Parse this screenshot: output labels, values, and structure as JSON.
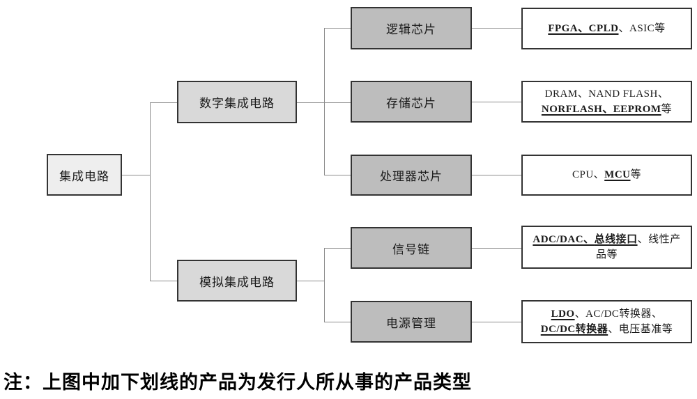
{
  "diagram": {
    "root": {
      "label": "集成电路"
    },
    "level2": [
      {
        "label": "数字集成电路"
      },
      {
        "label": "模拟集成电路"
      }
    ],
    "level3": [
      {
        "label": "逻辑芯片"
      },
      {
        "label": "存储芯片"
      },
      {
        "label": "处理器芯片"
      },
      {
        "label": "信号链"
      },
      {
        "label": "电源管理"
      }
    ],
    "leaves": [
      {
        "segments": [
          {
            "text": "FPGA、CPLD",
            "emphasis": true
          },
          {
            "text": "、ASIC等",
            "emphasis": false
          }
        ]
      },
      {
        "segments": [
          {
            "text": "DRAM、NAND FLASH、",
            "emphasis": false
          },
          {
            "text": "NORFLASH、EEPROM",
            "emphasis": true,
            "break_before": true
          },
          {
            "text": "等",
            "emphasis": false
          }
        ]
      },
      {
        "segments": [
          {
            "text": "CPU、",
            "emphasis": false
          },
          {
            "text": "MCU",
            "emphasis": true
          },
          {
            "text": "等",
            "emphasis": false
          }
        ]
      },
      {
        "segments": [
          {
            "text": "ADC/DAC、",
            "emphasis": true
          },
          {
            "text": "总线接口",
            "emphasis": true
          },
          {
            "text": "、线性产品等",
            "emphasis": false
          }
        ]
      },
      {
        "segments": [
          {
            "text": "LDO",
            "emphasis": true
          },
          {
            "text": "、AC/DC转换器、",
            "emphasis": false
          },
          {
            "text": "DC/DC转换器",
            "emphasis": true,
            "break_before": true
          },
          {
            "text": "、电压基准等",
            "emphasis": false
          }
        ]
      }
    ]
  },
  "note": {
    "text": "注：上图中加下划线的产品为发行人所从事的产品类型"
  },
  "colors": {
    "line": "#8c8c8c",
    "border-dark": "#333333",
    "fill-root": "#eeeeee",
    "fill-l2": "#d9d9d9",
    "fill-l3": "#bdbdbd",
    "fill-leaf": "#ffffff",
    "ink": "#1a1a1a"
  }
}
